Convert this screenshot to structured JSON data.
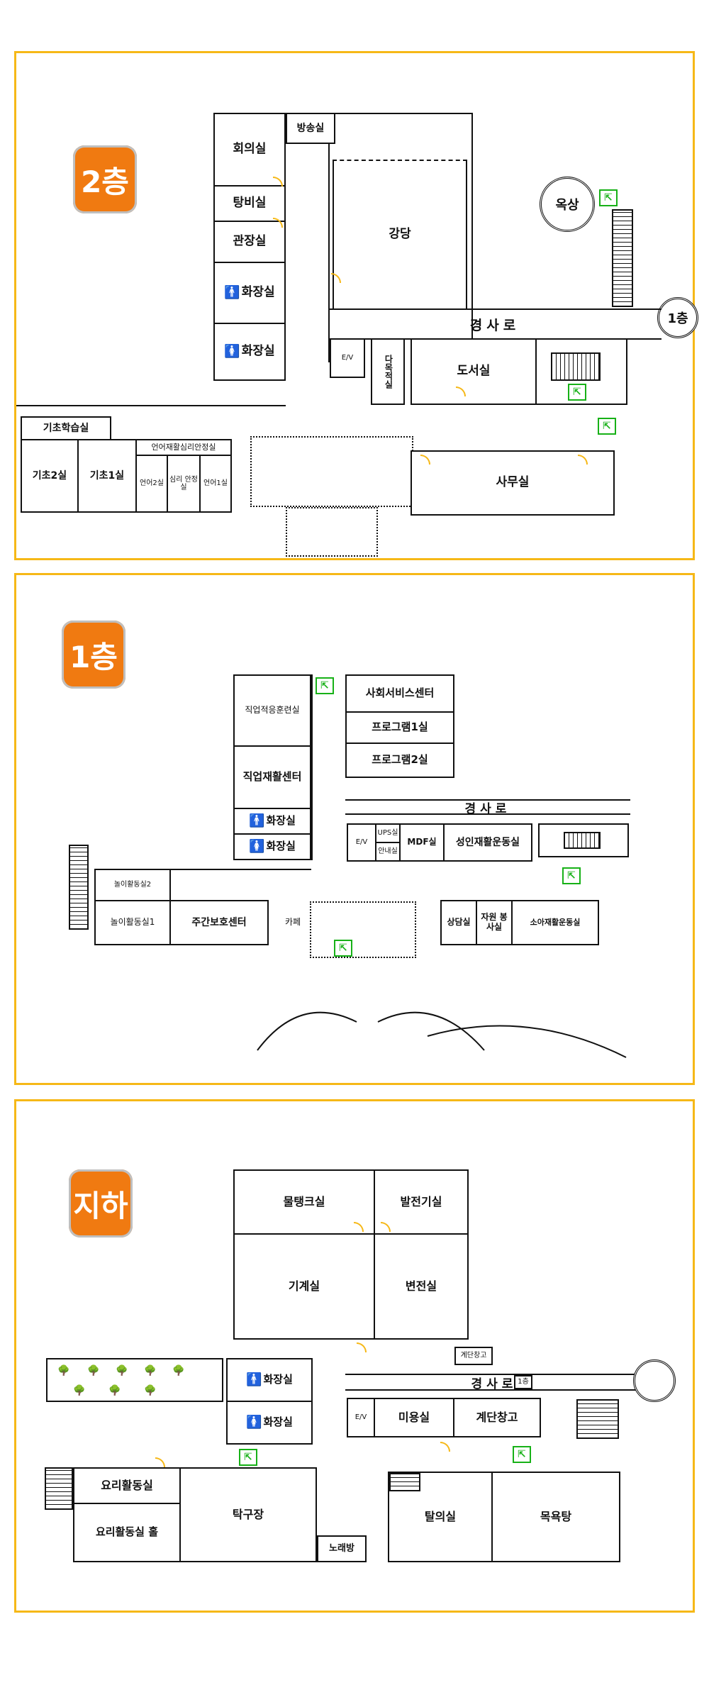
{
  "floors": {
    "second": {
      "badge": "2층",
      "rooms": {
        "broadcast": "방송실",
        "meeting": "회의실",
        "tangbi": "탕비실",
        "director": "관장실",
        "restroom_m": "화장실",
        "restroom_f": "화장실",
        "auditorium": "강당",
        "rooftop": "옥상",
        "to_first": "1층",
        "corridor": "경사로",
        "elevator": "E/V",
        "multipurpose": "다목적실",
        "library": "도서실",
        "basic_learning": "기초학습실",
        "basic2": "기초2실",
        "basic1": "기초1실",
        "lang_psych": "언어재활심리안정실",
        "lang2": "언어2실",
        "psych": "심리 안정실",
        "lang1": "언어1실",
        "office": "사무실"
      }
    },
    "first": {
      "badge": "1층",
      "rooms": {
        "job_adapt": "직업적응훈련실",
        "job_rehab": "직업재활센터",
        "restroom_m": "화장실",
        "restroom_f": "화장실",
        "social": "사회서비스센터",
        "program1": "프로그램1실",
        "program2": "프로그램2실",
        "corridor": "경사로",
        "elevator": "E/V",
        "ups": "UPS실",
        "info": "안내실",
        "mdf": "MDF실",
        "adult_gym": "성인재활운동실",
        "play2": "놀이활동실2",
        "play1": "놀이활동실1",
        "daycare": "주간보호센터",
        "cafe": "카페",
        "counsel": "상담실",
        "volunteer": "자원 봉사실",
        "child_gym": "소아재활운동실"
      }
    },
    "basement": {
      "badge": "지하",
      "rooms": {
        "water_tank": "물탱크실",
        "generator": "발전기실",
        "machine": "기계실",
        "substation": "변전실",
        "stair_storage_small": "계단창고",
        "restroom_m": "화장실",
        "restroom_f": "화장실",
        "corridor": "경사로",
        "to_first": "1층",
        "elevator": "E/V",
        "beauty": "미용실",
        "stair_storage": "계단창고",
        "cooking": "요리활동실",
        "cooking_hall": "요리활동실 홀",
        "pingpong": "탁구장",
        "karaoke": "노래방",
        "locker": "탈의실",
        "bath": "목욕탕"
      }
    }
  },
  "icons": {
    "exit": "exit-sign-icon",
    "male": "male-restroom-icon",
    "female": "female-restroom-icon",
    "tree": "tree-icon"
  },
  "colors": {
    "panel_border": "#f6b817",
    "badge": "#f07a11",
    "exit_green": "#17b117",
    "door": "#f6b817",
    "male": "#111111",
    "female": "#e0262a"
  }
}
